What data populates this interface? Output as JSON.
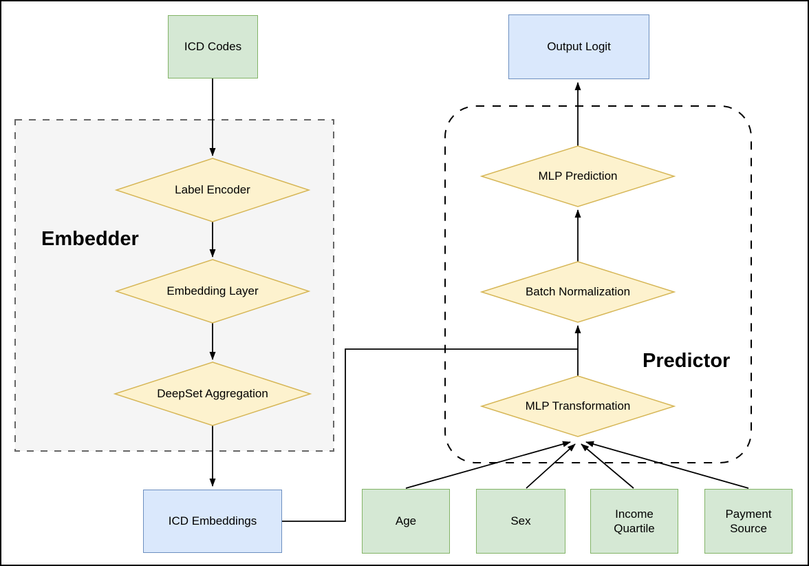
{
  "diagram": {
    "type": "flowchart",
    "groups": {
      "embedder": {
        "label": "Embedder"
      },
      "predictor": {
        "label": "Predictor"
      }
    },
    "nodes": {
      "icd_codes": {
        "label": "ICD Codes",
        "shape": "rect",
        "color": "green"
      },
      "label_encoder": {
        "label": "Label Encoder",
        "shape": "diamond",
        "color": "yellow"
      },
      "embedding_layer": {
        "label": "Embedding Layer",
        "shape": "diamond",
        "color": "yellow"
      },
      "deepset_aggregation": {
        "label": "DeepSet Aggregation",
        "shape": "diamond",
        "color": "yellow"
      },
      "icd_embeddings": {
        "label": "ICD Embeddings",
        "shape": "rect",
        "color": "blue"
      },
      "output_logit": {
        "label": "Output Logit",
        "shape": "rect",
        "color": "blue"
      },
      "mlp_prediction": {
        "label": "MLP Prediction",
        "shape": "diamond",
        "color": "yellow"
      },
      "batch_normalization": {
        "label": "Batch Normalization",
        "shape": "diamond",
        "color": "yellow"
      },
      "mlp_transformation": {
        "label": "MLP Transformation",
        "shape": "diamond",
        "color": "yellow"
      },
      "age": {
        "label": "Age",
        "shape": "rect",
        "color": "green"
      },
      "sex": {
        "label": "Sex",
        "shape": "rect",
        "color": "green"
      },
      "income_quartile": {
        "label": "Income Quartile",
        "shape": "rect",
        "color": "green"
      },
      "payment_source": {
        "label": "Payment Source",
        "shape": "rect",
        "color": "green"
      }
    },
    "edges": [
      {
        "from": "ICD Codes",
        "to": "Label Encoder"
      },
      {
        "from": "Label Encoder",
        "to": "Embedding Layer"
      },
      {
        "from": "Embedding Layer",
        "to": "DeepSet Aggregation"
      },
      {
        "from": "DeepSet Aggregation",
        "to": "ICD Embeddings"
      },
      {
        "from": "ICD Embeddings",
        "to": "Batch Normalization"
      },
      {
        "from": "MLP Transformation",
        "to": "Batch Normalization"
      },
      {
        "from": "Batch Normalization",
        "to": "MLP Prediction"
      },
      {
        "from": "MLP Prediction",
        "to": "Output Logit"
      },
      {
        "from": "Age",
        "to": "MLP Transformation"
      },
      {
        "from": "Sex",
        "to": "MLP Transformation"
      },
      {
        "from": "Income Quartile",
        "to": "MLP Transformation"
      },
      {
        "from": "Payment Source",
        "to": "MLP Transformation"
      }
    ],
    "colors": {
      "green_fill": "#d5e8d4",
      "green_border": "#82b366",
      "blue_fill": "#dae8fc",
      "blue_border": "#6c8ebf",
      "yellow_fill": "#fdf2ce",
      "yellow_border": "#d6b656",
      "embedder_box_fill": "#f5f5f5",
      "embedder_box_border": "#666666",
      "predictor_box_border": "#000000",
      "arrow": "#000000"
    }
  }
}
